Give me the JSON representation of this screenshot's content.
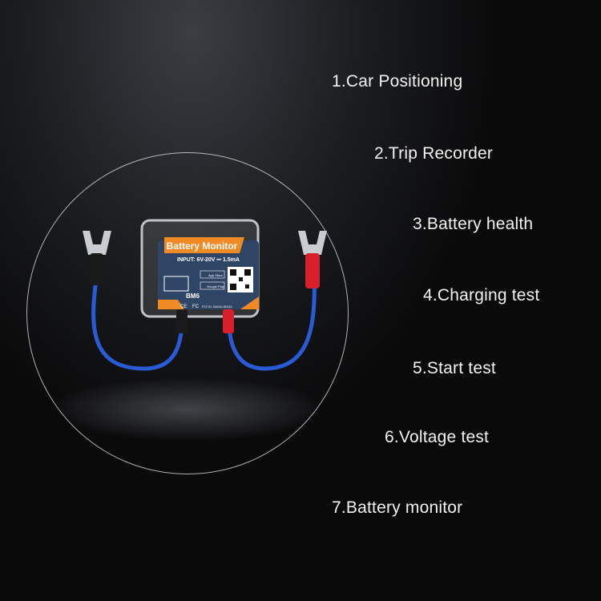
{
  "features": [
    "1.Car Positioning",
    "2.Trip Recorder",
    "3.Battery health",
    "4.Charging test",
    "5.Start test",
    "6.Voltage test",
    "7.Battery monitor"
  ],
  "device": {
    "title": "Battery Monitor",
    "input": "INPUT: 6V-20V ⎓ 1.5mA",
    "model": "BM6",
    "app_store": "App Store",
    "google_play": "Google Play",
    "fcc": "FCC ID: 2AAXA-1B1114",
    "ce": "CE",
    "fc": "FC"
  },
  "colors": {
    "accent_orange": "#f08a24",
    "label_blue": "#2f4566",
    "wire_blue": "#2a5bd7",
    "wire_red": "#d8202a"
  }
}
